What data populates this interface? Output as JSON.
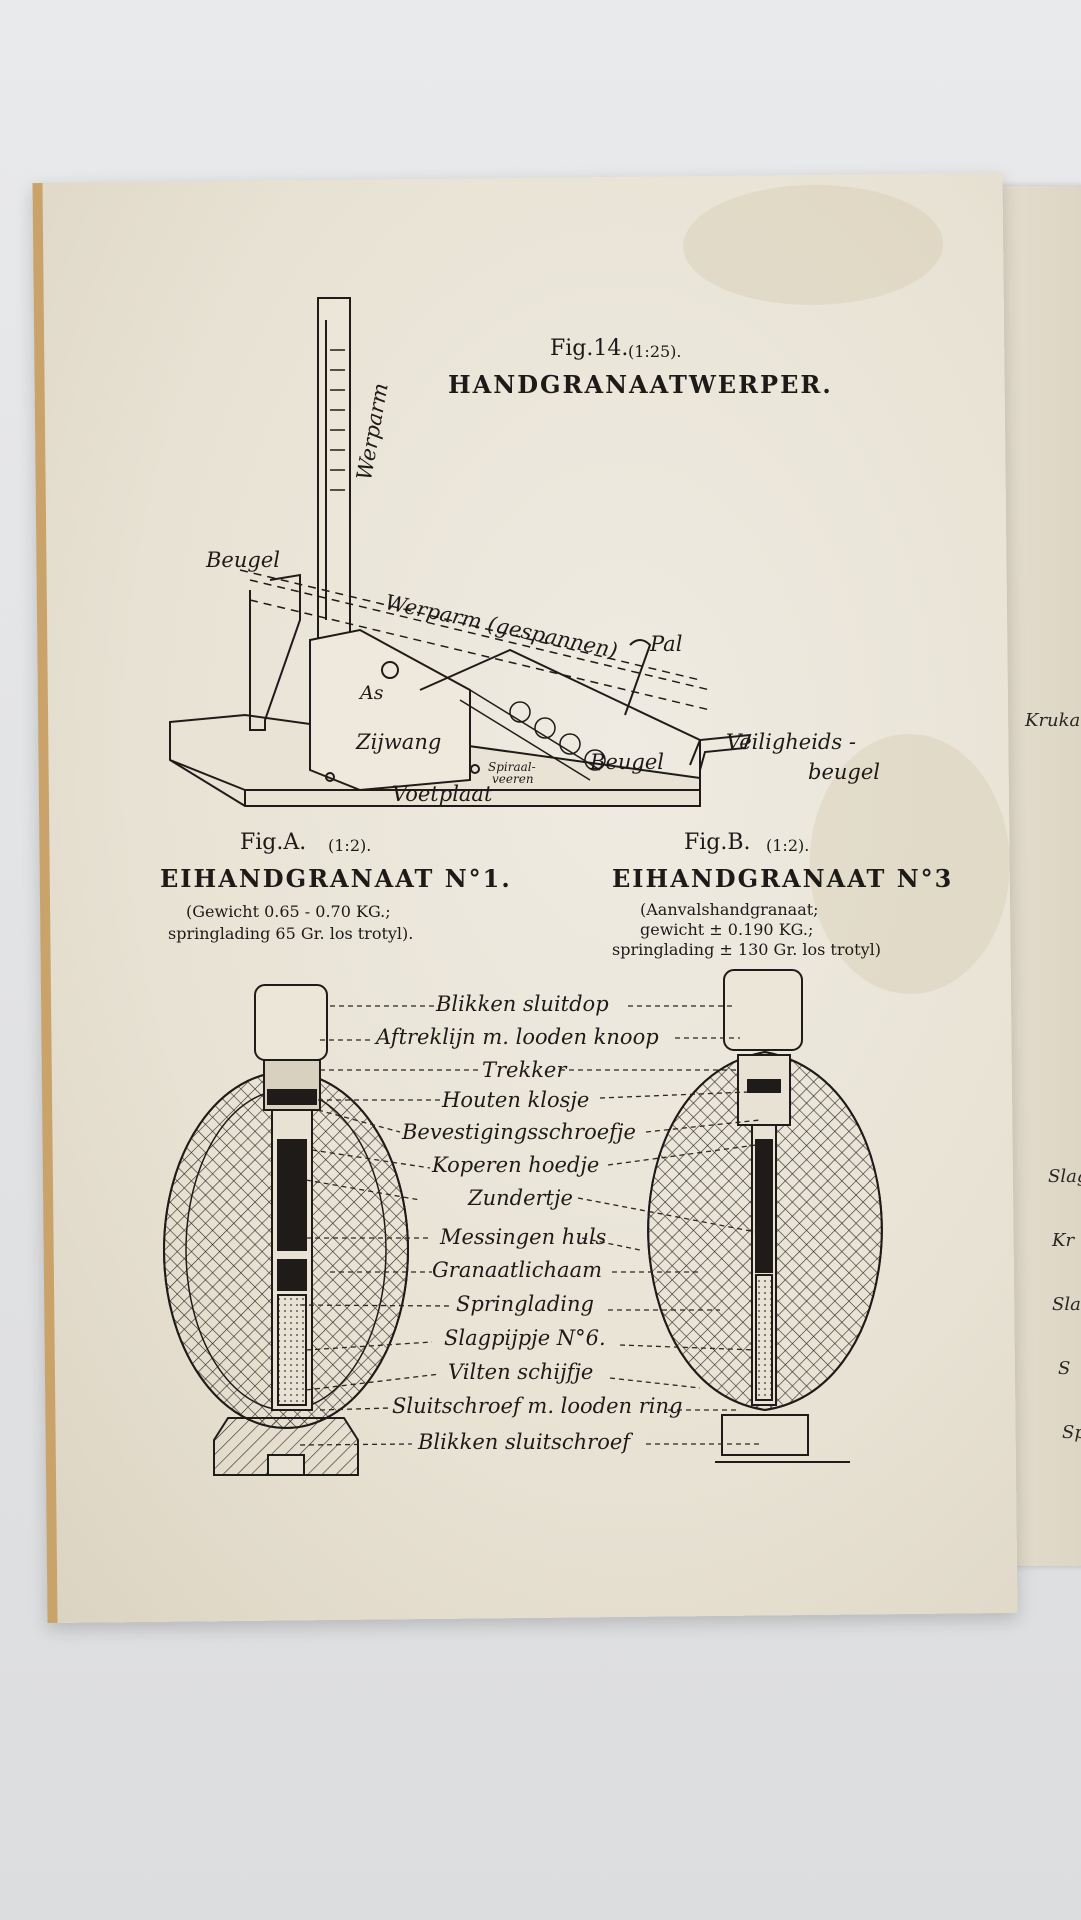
{
  "figure14": {
    "number": "Fig.14.",
    "scale": "(1:25).",
    "title": "HANDGRANAATWERPER.",
    "labels": {
      "werparm": "Werparm",
      "beugel": "Beugel",
      "werparm_gespannen": "Werparm (gespannen)",
      "pal": "Pal",
      "as": "As",
      "zijwang": "Zijwang",
      "spiraalveeren_1": "Spiraal-",
      "spiraalveeren_2": "veeren",
      "beugel2": "Beugel",
      "veiligheids": "Veiligheids -",
      "beugel3": "beugel",
      "voetplaat": "Voetplaat"
    }
  },
  "figureA": {
    "number": "Fig.A.",
    "scale": "(1:2).",
    "title": "EIHANDGRANAAT N°1.",
    "desc1": "(Gewicht 0.65 - 0.70 KG.;",
    "desc2": "springlading 65 Gr. los trotyl)."
  },
  "figureB": {
    "number": "Fig.B.",
    "scale": "(1:2).",
    "title": "EIHANDGRANAAT N°3",
    "desc1": "(Aanvalshandgranaat;",
    "desc2": "gewicht ± 0.190 KG.;",
    "desc3": "springlading ± 130 Gr. los trotyl)"
  },
  "parts": [
    "Blikken sluitdop",
    "Aftreklijn m. looden knoop",
    "Trekker",
    "Houten klosje",
    "Bevestigingsschroefje",
    "Koperen hoedje",
    "Zundertje",
    "Messingen huls",
    "Granaatlichaam",
    "Springlading",
    "Slagpijpje N°6.",
    "Vilten schijfje",
    "Sluitschroef m. looden ring",
    "Blikken sluitschroef"
  ],
  "right_page_fragments": [
    "Kruka",
    "Slag",
    "Kr",
    "Sla",
    "S",
    "Sp"
  ]
}
